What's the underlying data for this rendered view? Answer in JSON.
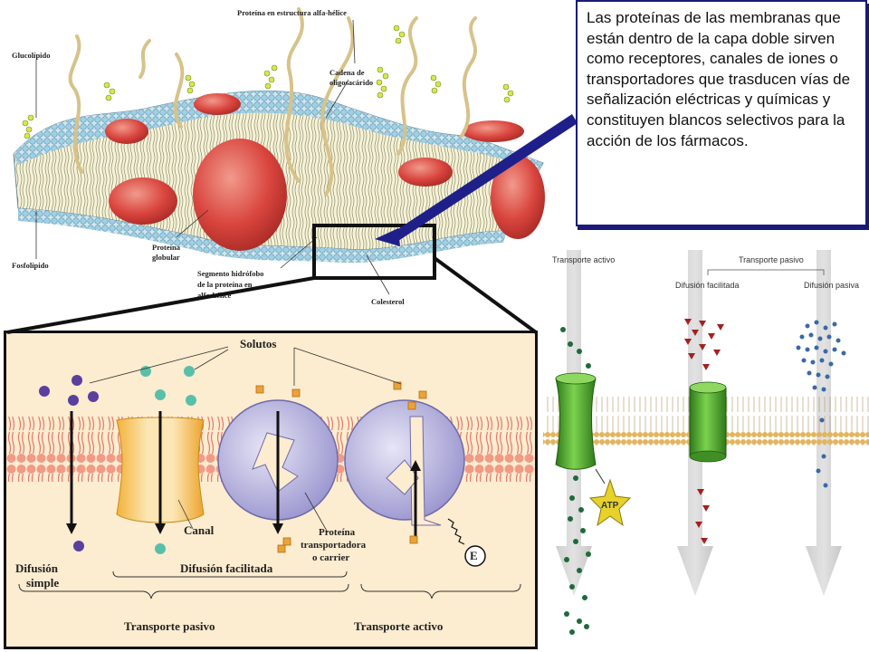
{
  "info_box": {
    "text": "Las proteínas de las membranas que están dentro de la capa doble sirven como receptores, canales de iones o transportadores que trasducen vías de señalización eléctricas y químicas   y constituyen blancos selectivos  para la acción de los fármacos."
  },
  "top_diagram": {
    "labels": {
      "alpha_helix": "Proteína en estructura alfa-hélice",
      "glycolipid": "Glucolípido",
      "oligo_1": "Cadena de",
      "oligo_2": "oligosacárido",
      "globular_1": "Proteína",
      "globular_2": "globular",
      "phospholipid": "Fosfolípido",
      "hydrophobic_1": "Segmento hidrófobo",
      "hydrophobic_2": "de la proteína en",
      "hydrophobic_3": "alfa-hélice",
      "cholesterol": "Colesterol"
    }
  },
  "bottom_diagram": {
    "labels": {
      "solutes": "Solutos",
      "channel": "Canal",
      "carrier_1": "Proteína",
      "carrier_2": "transportadora",
      "carrier_3": "o carrier",
      "energy": "E",
      "simple_1": "Difusión",
      "simple_2": "simple",
      "facilitated": "Difusión facilitada",
      "passive": "Transporte pasivo",
      "active": "Transporte activo"
    }
  },
  "right_diagram": {
    "labels": {
      "active": "Transporte activo",
      "passive": "Transporte pasivo",
      "facilitated": "Difusión facilitada",
      "passive_diffusion": "Difusión pasiva",
      "atp": "ATP"
    }
  },
  "colors": {
    "box_border": "#1a1a7a",
    "arrow": "#1f1f8a",
    "membrane_head": "#d9a15a",
    "protein_red": "#d9453e",
    "channel_green": "#4fae2d",
    "carrier_purple": "#a9a6d6",
    "atp_yellow": "#e6d22a"
  }
}
